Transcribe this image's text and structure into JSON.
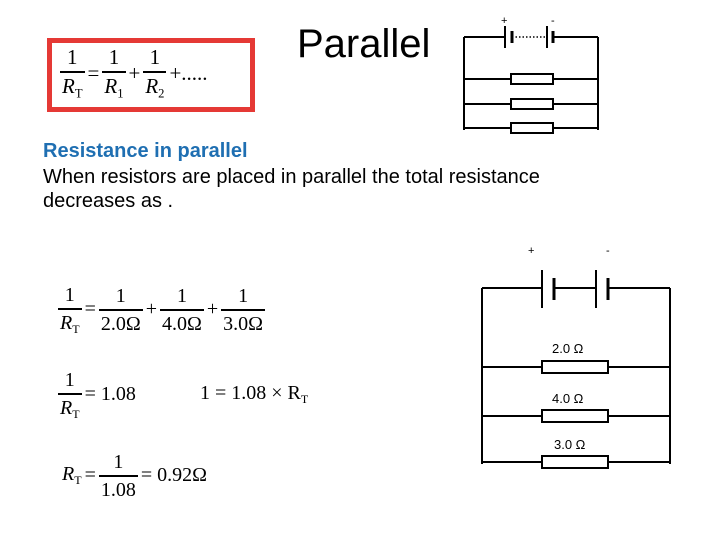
{
  "title": "Parallel",
  "heading": "Resistance in parallel",
  "body_text": "When resistors are placed in parallel the total resistance decreases as .",
  "general_formula": {
    "lhs_num": "1",
    "lhs_den": "R",
    "lhs_den_sub": "T",
    "t1_num": "1",
    "t1_den": "R",
    "t1_den_sub": "1",
    "t2_num": "1",
    "t2_den": "R",
    "t2_den_sub": "2",
    "equals": "=",
    "plus": "+",
    "ellipsis": "+....."
  },
  "eq1": {
    "lhs_num": "1",
    "lhs_den": "R",
    "lhs_den_sub": "T",
    "t1_num": "1",
    "t1_den": "2.0Ω",
    "t2_num": "1",
    "t2_den": "4.0Ω",
    "t3_num": "1",
    "t3_den": "3.0Ω",
    "equals": "=",
    "plus": "+"
  },
  "eq2": {
    "lhs_num": "1",
    "lhs_den": "R",
    "lhs_den_sub": "T",
    "rhs": "= 1.08",
    "eq_b_pre": "1 = 1.08 × R",
    "eq_b_sub": "T"
  },
  "eq3": {
    "lhs": "R",
    "lhs_sub": "T",
    "equals": "=",
    "frac_num": "1",
    "frac_den": "1.08",
    "result": "= 0.92Ω"
  },
  "top_circuit": {
    "plus": "+",
    "minus": "-"
  },
  "bottom_circuit": {
    "plus": "+",
    "minus": "-",
    "resistor_labels": [
      "2.0 Ω",
      "4.0 Ω",
      "3.0 Ω"
    ]
  }
}
